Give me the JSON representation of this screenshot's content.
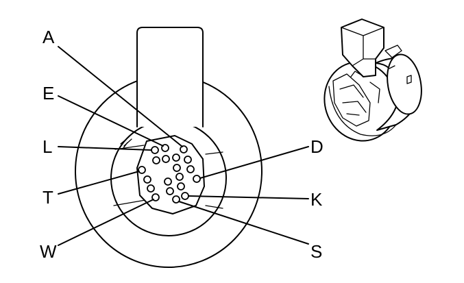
{
  "diagram": {
    "labels": {
      "a": "A",
      "e": "E",
      "l": "L",
      "t": "T",
      "w": "W",
      "d": "D",
      "k": "K",
      "s": "S"
    }
  }
}
